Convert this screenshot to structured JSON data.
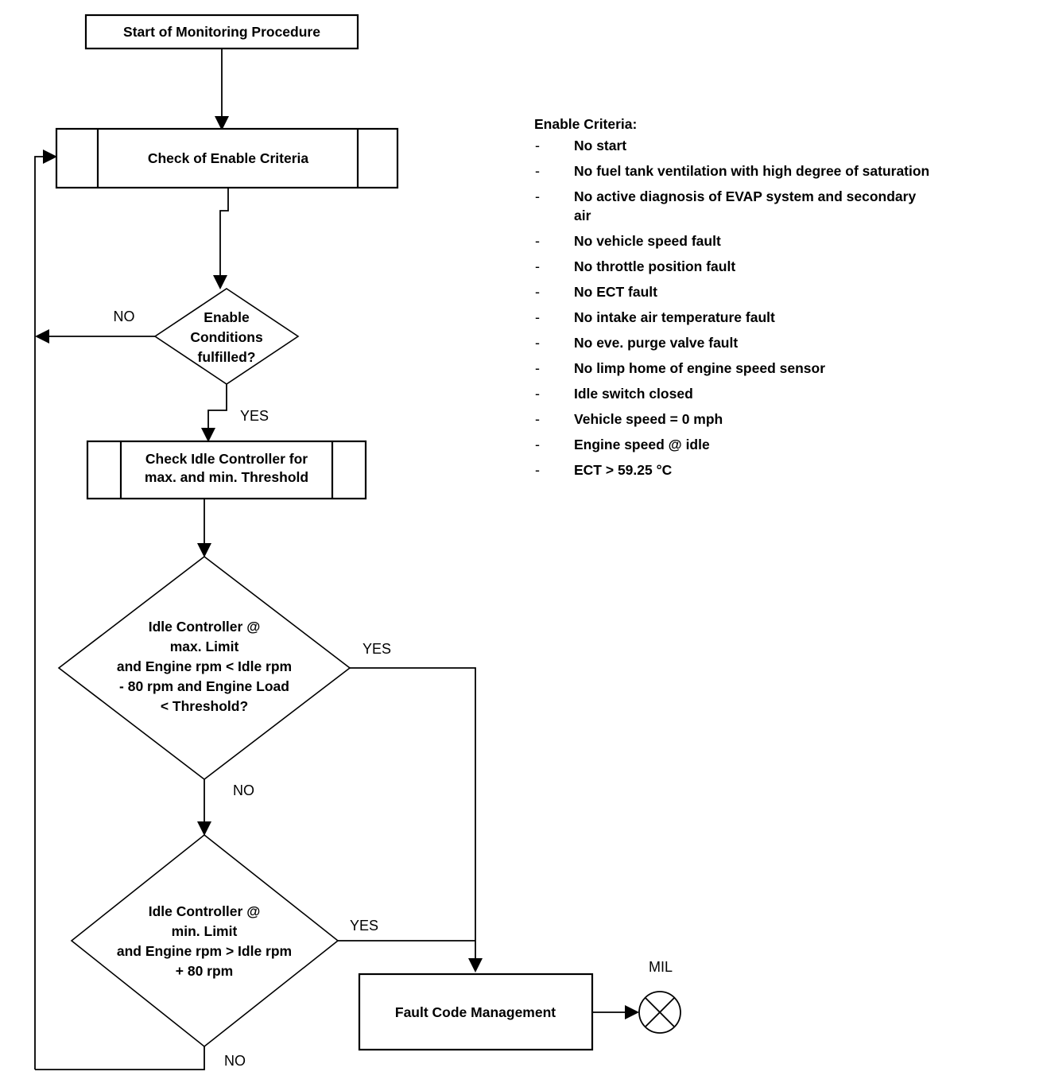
{
  "diagram": {
    "title": "OBD Idle Controller Monitoring Procedure Flowchart",
    "nodes": {
      "start": {
        "label": "Start of Monitoring Procedure",
        "shape": "process"
      },
      "check_enable": {
        "label": "Check of Enable Criteria",
        "shape": "predefined-process"
      },
      "enable_decision": {
        "line1": "Enable",
        "line2": "Conditions",
        "line3": "fulfilled?",
        "shape": "decision"
      },
      "check_idle": {
        "line1": "Check Idle Controller for",
        "line2": "max. and min. Threshold",
        "shape": "predefined-process"
      },
      "max_limit_decision": {
        "line1": "Idle Controller @",
        "line2": "max. Limit",
        "line3": "and Engine rpm < Idle rpm",
        "line4": "- 80 rpm and Engine Load",
        "line5": "< Threshold?",
        "shape": "decision"
      },
      "min_limit_decision": {
        "line1": "Idle Controller @",
        "line2": "min. Limit",
        "line3": "and Engine rpm > Idle rpm",
        "line4": "+ 80 rpm",
        "shape": "decision"
      },
      "fault_code": {
        "label": "Fault Code Management",
        "shape": "process"
      },
      "mil": {
        "label": "MIL",
        "shape": "lamp-symbol"
      }
    },
    "edge_labels": {
      "enable_no": "NO",
      "enable_yes": "YES",
      "max_yes": "YES",
      "max_no": "NO",
      "min_yes": "YES",
      "min_no": "NO"
    },
    "criteria": {
      "heading": "Enable Criteria:",
      "bullet": "-",
      "items": [
        "No start",
        "No fuel tank ventilation with high degree of saturation",
        "No active diagnosis of EVAP system and secondary",
        "air",
        "No vehicle speed fault",
        "No throttle position fault",
        "No ECT fault",
        "No intake air temperature fault",
        "No eve. purge valve fault",
        "No limp home of engine speed sensor",
        "Idle switch closed",
        "Vehicle speed = 0 mph",
        "Engine speed @ idle",
        "ECT > 59.25 °C"
      ]
    },
    "colors": {
      "stroke": "#000000",
      "fill": "#ffffff",
      "text": "#000000"
    }
  }
}
